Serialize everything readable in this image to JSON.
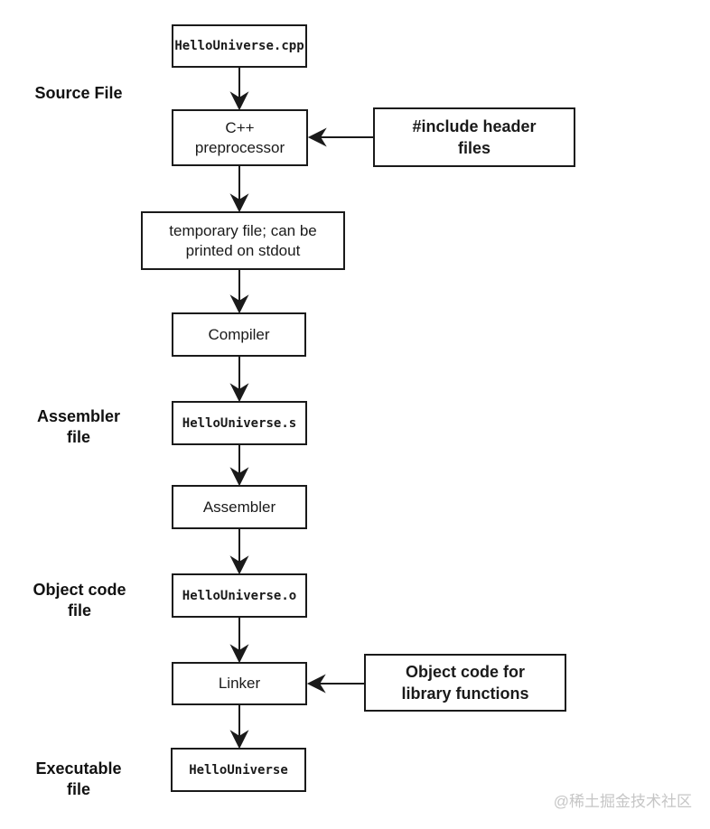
{
  "flow": {
    "source_filename": "HelloUniverse.cpp",
    "preprocessor": "C++\npreprocessor",
    "temp_file": "temporary file; can be\nprinted on stdout",
    "compiler": "Compiler",
    "assembler_filename": "HelloUniverse.s",
    "assembler": "Assembler",
    "object_filename": "HelloUniverse.o",
    "linker": "Linker",
    "executable_filename": "HelloUniverse"
  },
  "inputs": {
    "include_headers": "#include header\nfiles",
    "library_objects": "Object code for\nlibrary functions"
  },
  "stage_labels": {
    "source": "Source File",
    "assembler": "Assembler\nfile",
    "object": "Object code\nfile",
    "executable": "Executable\nfile"
  },
  "watermark": "@稀土掘金技术社区",
  "colors": {
    "background": "#ffffff",
    "line": "#1a1a1a",
    "text": "#1a1a1a",
    "watermark": "#c6c6c6"
  }
}
